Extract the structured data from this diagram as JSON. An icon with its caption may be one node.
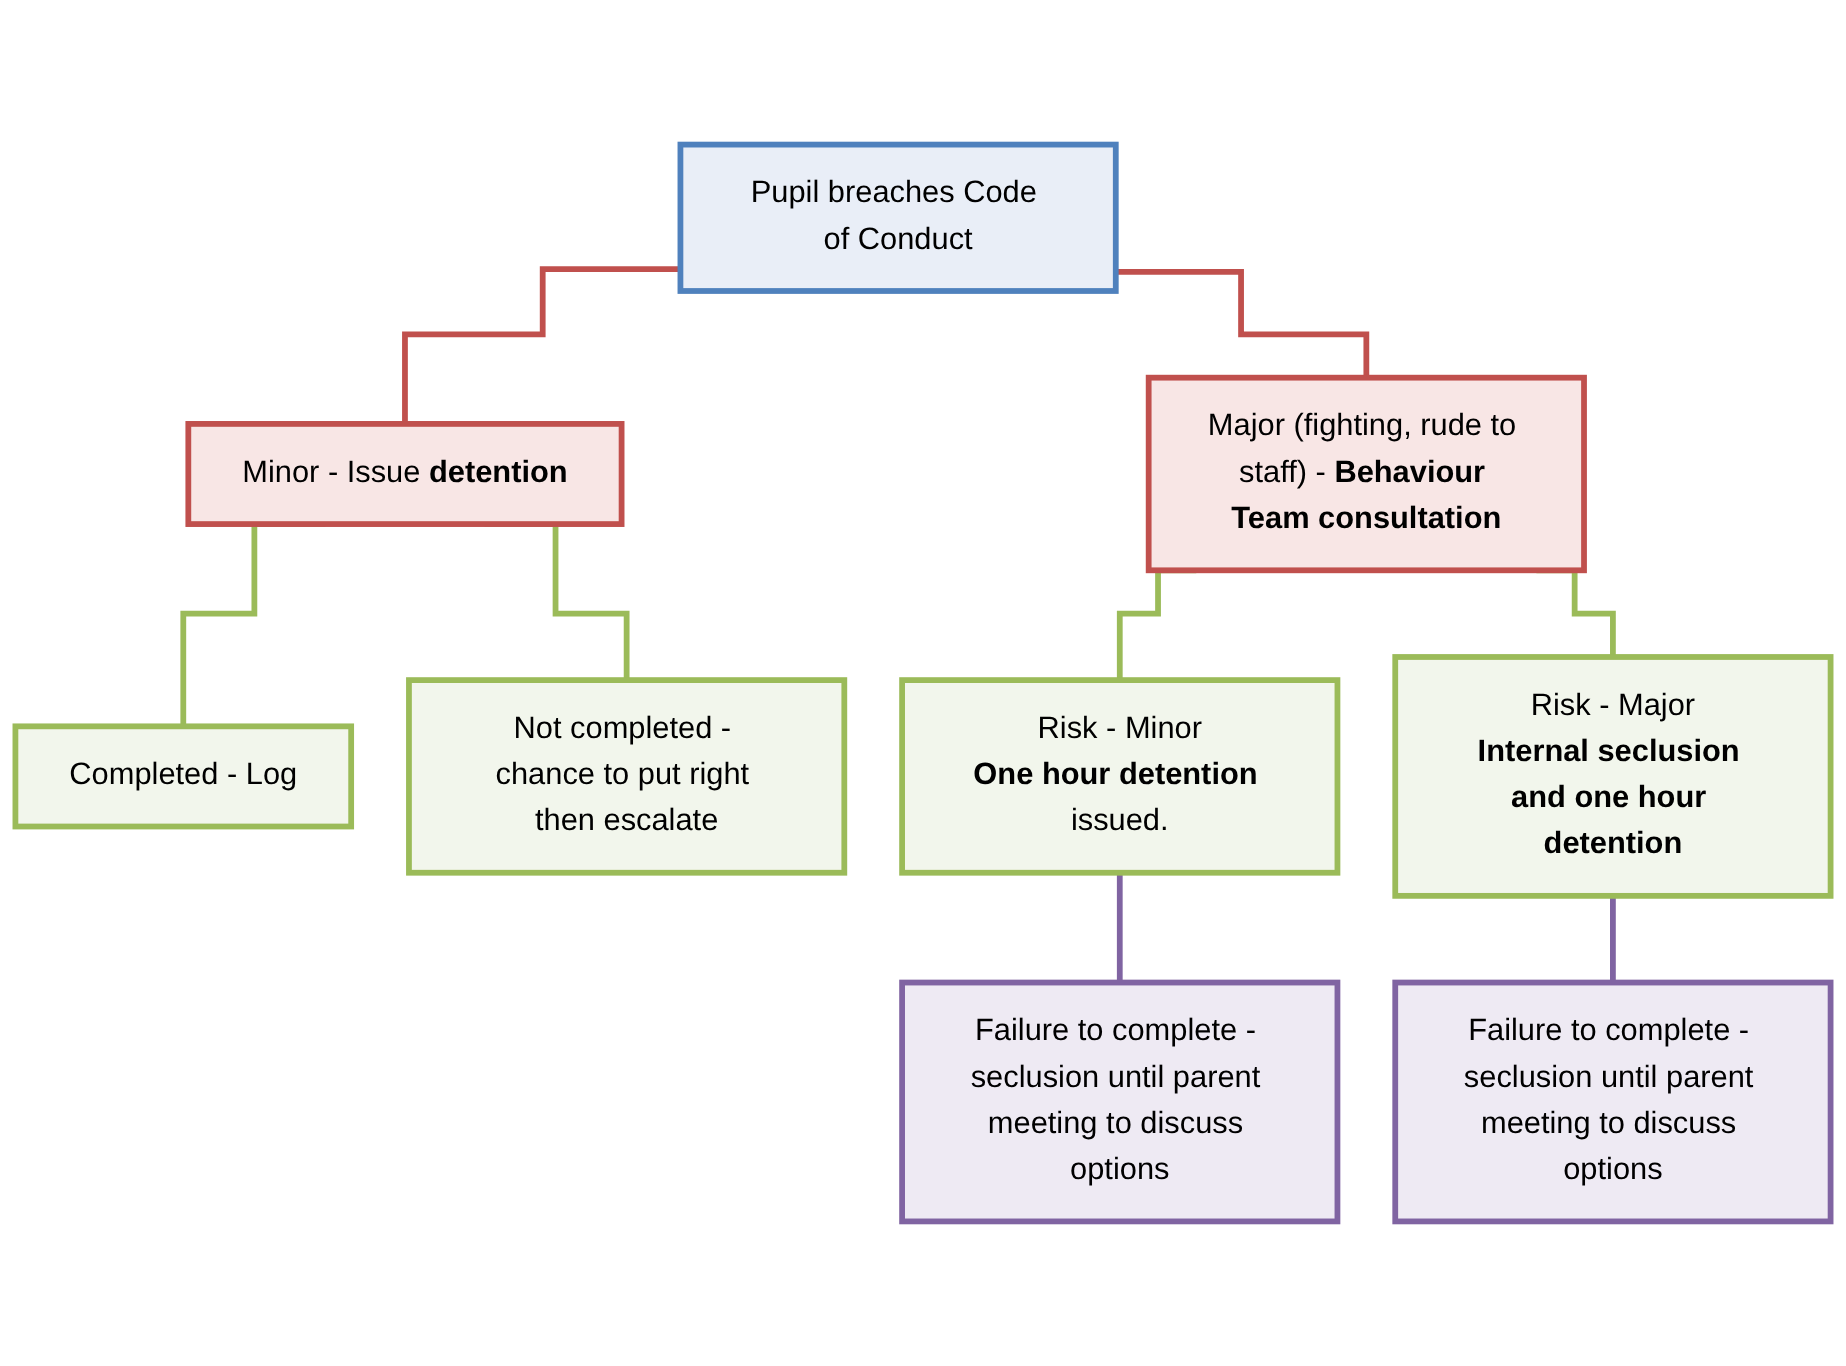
{
  "diagram": {
    "nodes": [
      {
        "text": [
          "Pupil breaches Code of Conduct"
        ]
      },
      {
        "text": [
          "Minor - Issue **detention**"
        ]
      },
      {
        "text": [
          "Major (fighting, rude to staff) - **Behaviour Team consultation**"
        ]
      },
      {
        "text": [
          "Completed - Log"
        ]
      },
      {
        "text": [
          "Not completed - chance to put right then escalate"
        ]
      },
      {
        "text": [
          "Risk - Minor",
          "**One hour detention** issued."
        ]
      },
      {
        "text": [
          "Risk - Major",
          "**Internal seclusion and one hour detention**"
        ]
      },
      {
        "text": [
          "Failure to complete - seclusion until parent meeting to discuss options"
        ]
      },
      {
        "text": [
          "Failure to complete - seclusion until parent meeting to discuss options"
        ]
      }
    ],
    "edges": [
      {
        "from": 0,
        "to": 1,
        "arrow": "none",
        "color": "#c0504d"
      },
      {
        "from": 0,
        "to": 2,
        "arrow": "none",
        "color": "#c0504d"
      },
      {
        "from": 1,
        "to": 3,
        "arrow": "none"
      },
      {
        "from": 1,
        "to": 4,
        "arrow": "none"
      },
      {
        "from": 2,
        "to": 5,
        "arrow": "none"
      },
      {
        "from": 2,
        "to": 6,
        "arrow": "none"
      },
      {
        "from": 5,
        "to": 7,
        "arrow": "none",
        "color": "#8064a2"
      },
      {
        "from": 6,
        "to": 8,
        "arrow": "none",
        "color": "#8064a2"
      }
    ]
  }
}
